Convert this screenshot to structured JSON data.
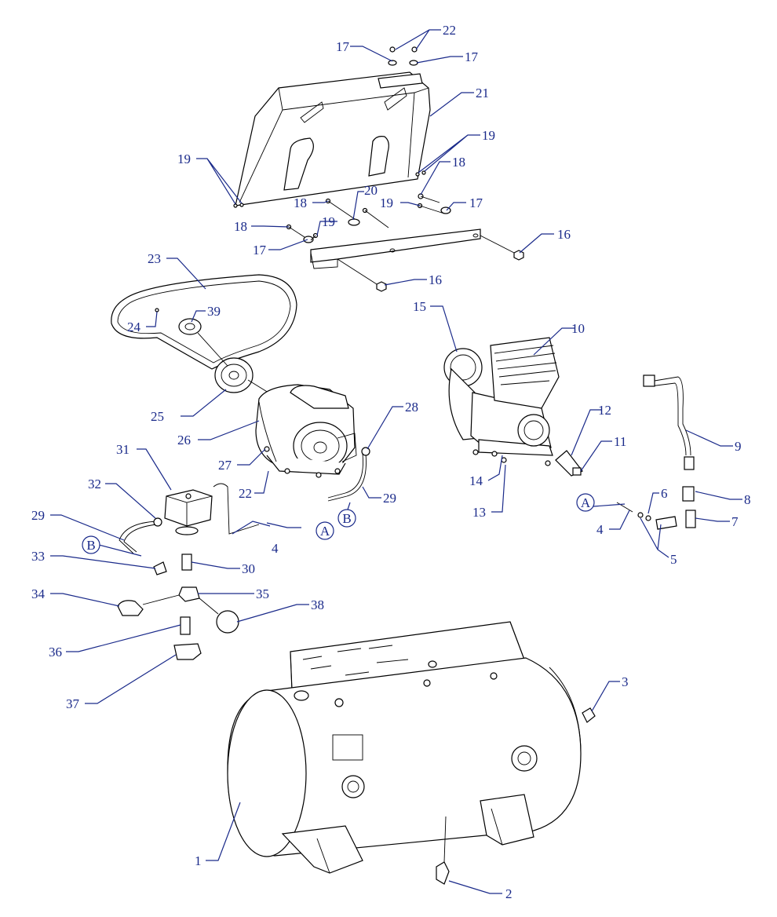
{
  "callouts": {
    "c1": "1",
    "c2": "2",
    "c3": "3",
    "c4a": "4",
    "c4b": "4",
    "c5": "5",
    "c6": "6",
    "c7": "7",
    "c8": "8",
    "c9": "9",
    "c10": "10",
    "c11": "11",
    "c12": "12",
    "c13": "13",
    "c14": "14",
    "c15": "15",
    "c16a": "16",
    "c16b": "16",
    "c17a": "17",
    "c17b": "17",
    "c17c": "17",
    "c17d": "17",
    "c18a": "18",
    "c18b": "18",
    "c18c": "18",
    "c19a": "19",
    "c19b": "19",
    "c19c": "19",
    "c19d": "19",
    "c20": "20",
    "c21": "21",
    "c22a": "22",
    "c22b": "22",
    "c23": "23",
    "c24": "24",
    "c25": "25",
    "c26": "26",
    "c27": "27",
    "c28": "28",
    "c29a": "29",
    "c29b": "29",
    "c30": "30",
    "c31": "31",
    "c32": "32",
    "c33": "33",
    "c34": "34",
    "c35": "35",
    "c36": "36",
    "c37": "37",
    "c38": "38",
    "c39": "39"
  },
  "refs": {
    "a1": "A",
    "a2": "A",
    "b1": "B",
    "b2": "B"
  },
  "colors": {
    "callout": "#1a2a8a",
    "line": "#000000"
  }
}
